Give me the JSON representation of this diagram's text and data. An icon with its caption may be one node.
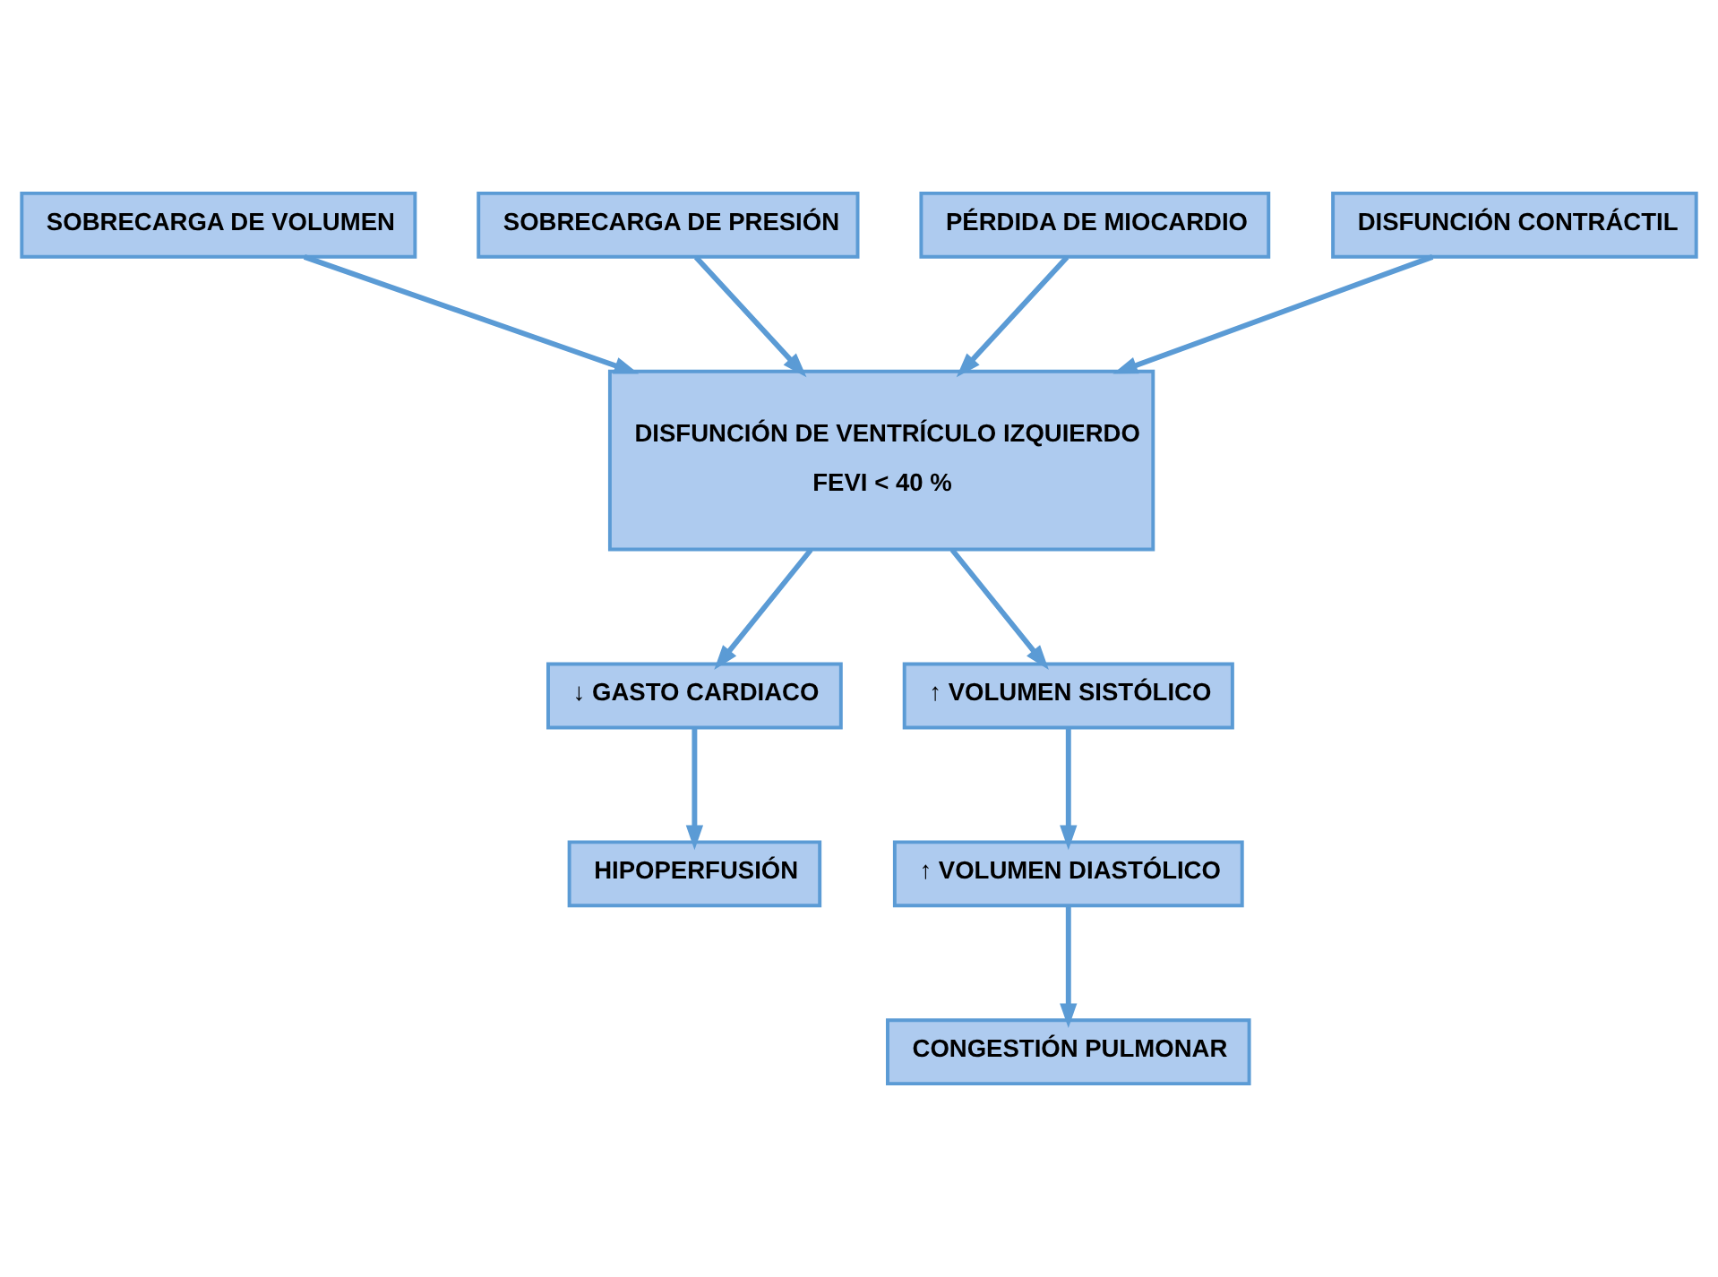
{
  "diagram": {
    "nodes": [
      {
        "text": [
          "SOBRECARGA DE VOLUMEN"
        ]
      },
      {
        "text": [
          "SOBRECARGA DE PRESIÓN"
        ]
      },
      {
        "text": [
          "PÉRDIDA DE MIOCARDIO"
        ]
      },
      {
        "text": [
          "DISFUNCIÓN CONTRÁCTIL"
        ]
      },
      {
        "text": [
          "DISFUNCIÓN DE VENTRÍCULO IZQUIERDO",
          "FEVI < 40 %"
        ]
      },
      {
        "text": [
          "↓ GASTO CARDIACO"
        ]
      },
      {
        "text": [
          "↑ VOLUMEN SISTÓLICO"
        ]
      },
      {
        "text": [
          "HIPOPERFUSIÓN"
        ]
      },
      {
        "text": [
          "↑ VOLUMEN DIASTÓLICO"
        ]
      },
      {
        "text": [
          "CONGESTIÓN PULMONAR"
        ]
      }
    ],
    "edges": [
      {
        "from": 0,
        "to": 4,
        "arrow": "to"
      },
      {
        "from": 1,
        "to": 4,
        "arrow": "to"
      },
      {
        "from": 2,
        "to": 4,
        "arrow": "to"
      },
      {
        "from": 3,
        "to": 4,
        "arrow": "to"
      },
      {
        "from": 4,
        "to": 5,
        "arrow": "to"
      },
      {
        "from": 4,
        "to": 6,
        "arrow": "to"
      },
      {
        "from": 5,
        "to": 7,
        "arrow": "to"
      },
      {
        "from": 6,
        "to": 8,
        "arrow": "to"
      },
      {
        "from": 8,
        "to": 9,
        "arrow": "to"
      }
    ]
  }
}
